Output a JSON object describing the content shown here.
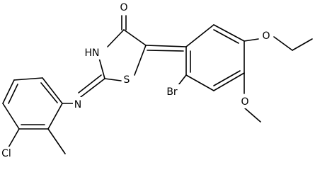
{
  "atoms": {
    "O1": "O",
    "NH": "HN",
    "S": "S",
    "N2": "N",
    "O2": "O",
    "O3": "O",
    "Br": "Br",
    "Cl": "Cl"
  },
  "colors": {
    "bond": "#000000",
    "label": "#000000",
    "background": "#ffffff"
  }
}
